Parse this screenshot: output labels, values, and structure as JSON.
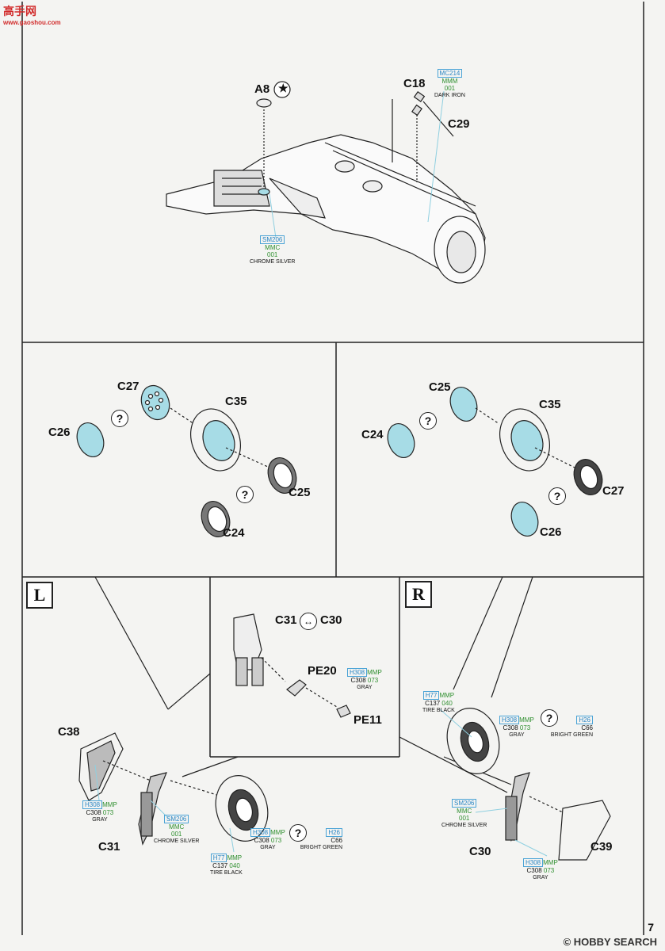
{
  "watermark": {
    "title": "高手网",
    "url": "www.gaoshou.com"
  },
  "page_number": "7",
  "footer_brand": "© HOBBY SEARCH",
  "symbols": {
    "question": "?",
    "swap": "↔",
    "star": "★"
  },
  "section1": {
    "parts": {
      "a8": "A8",
      "c18": "C18",
      "c29": "C29"
    },
    "paint_dark_iron": {
      "code": "MC214",
      "line2": "MMM",
      "line3": "001",
      "name": "DARK IRON"
    },
    "paint_chrome": {
      "code": "SM206",
      "line2": "MMC",
      "line3": "001",
      "name": "CHROME SILVER"
    }
  },
  "section2": {
    "c27": "C27",
    "c35": "C35",
    "c26": "C26",
    "c25": "C25",
    "c24": "C24"
  },
  "section3": {
    "c25": "C25",
    "c35": "C35",
    "c24": "C24",
    "c27": "C27",
    "c26": "C26"
  },
  "section4": {
    "side": "L",
    "c38": "C38",
    "c31": "C31",
    "gray": {
      "h": "H308",
      "mmp": "MMP",
      "c": "C308",
      "n": "073",
      "name": "GRAY"
    },
    "chrome": {
      "code": "SM206",
      "line2": "MMC",
      "line3": "001",
      "name": "CHROME SILVER"
    },
    "gray2": {
      "h": "H308",
      "mmp": "MMP",
      "c": "C308",
      "n": "073",
      "name": "GRAY"
    },
    "green": {
      "h": "H26",
      "c": "C66",
      "name": "BRIGHT GREEN"
    },
    "tire": {
      "h": "H77",
      "mmp": "MMP",
      "c": "C137",
      "n": "040",
      "name": "TIRE BLACK"
    }
  },
  "section5": {
    "c31": "C31",
    "c30": "C30",
    "pe20": "PE20",
    "pe11": "PE11",
    "gray": {
      "h": "H308",
      "mmp": "MMP",
      "c": "C308",
      "n": "073",
      "name": "GRAY"
    }
  },
  "section6": {
    "side": "R",
    "c30": "C30",
    "c39": "C39",
    "tire": {
      "h": "H77",
      "mmp": "MMP",
      "c": "C137",
      "n": "040",
      "name": "TIRE BLACK"
    },
    "gray": {
      "h": "H308",
      "mmp": "MMP",
      "c": "C308",
      "n": "073",
      "name": "GRAY"
    },
    "green": {
      "h": "H26",
      "c": "C66",
      "name": "BRIGHT GREEN"
    },
    "chrome": {
      "code": "SM206",
      "line2": "MMC",
      "line3": "001",
      "name": "CHROME SILVER"
    },
    "gray2": {
      "h": "H308",
      "mmp": "MMP",
      "c": "C308",
      "n": "073",
      "name": "GRAY"
    }
  }
}
